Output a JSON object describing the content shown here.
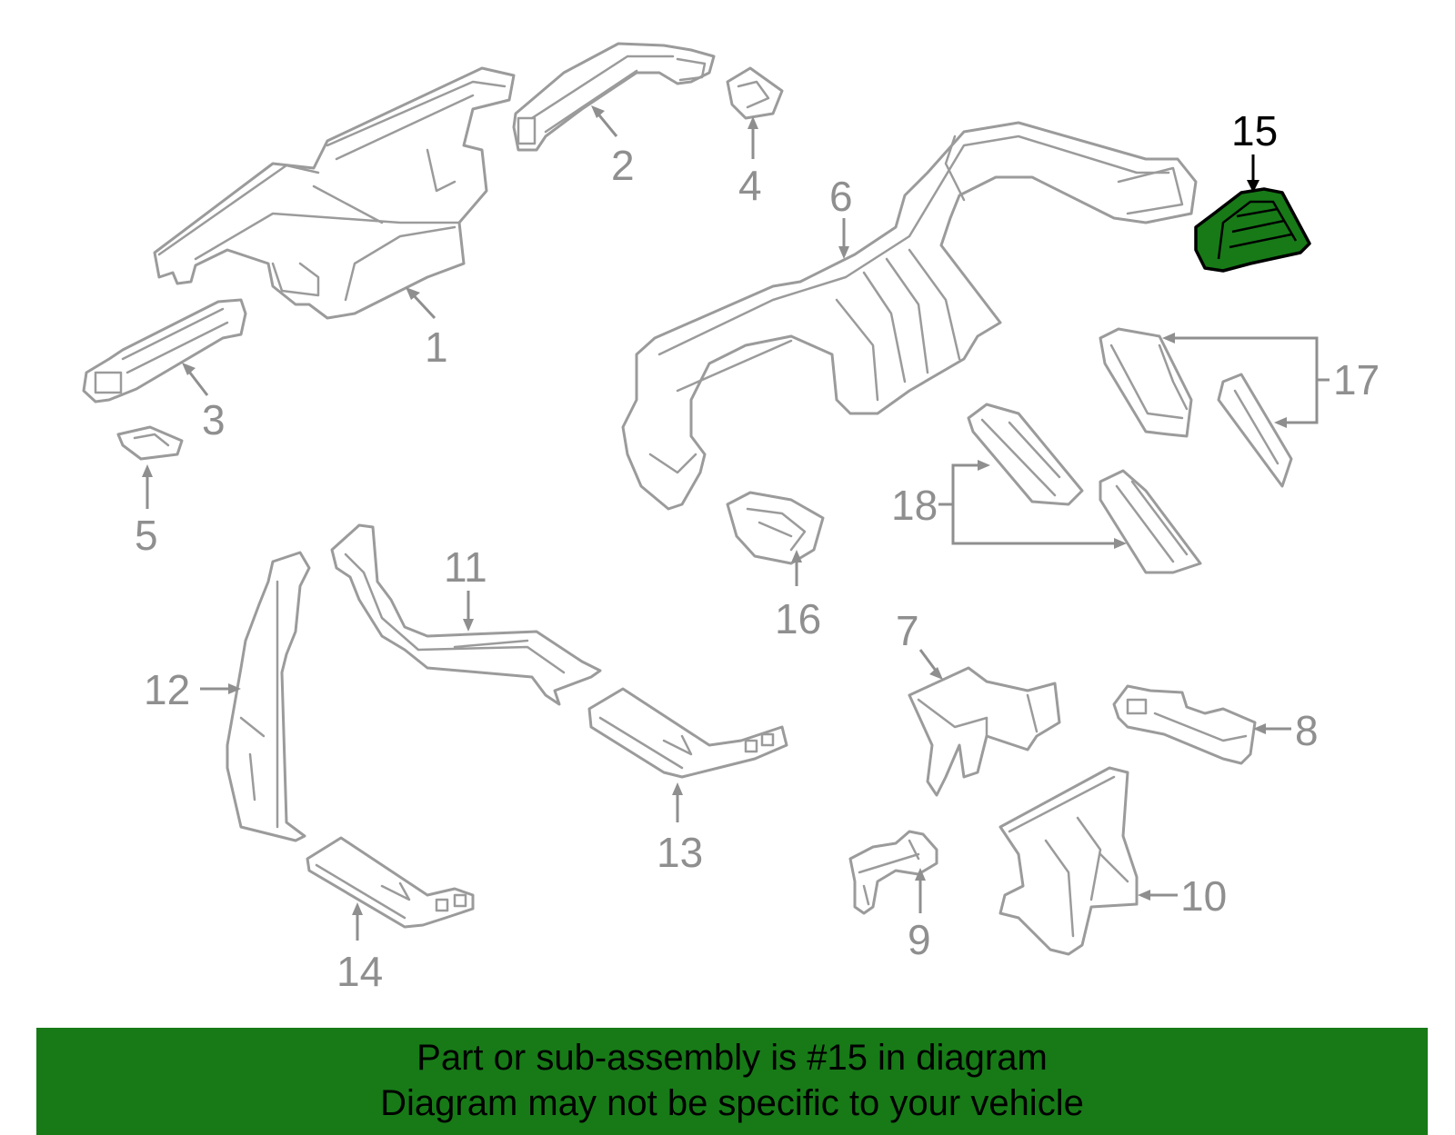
{
  "colors": {
    "highlight_fill": "#177a17",
    "banner_background": "#177a17",
    "line_gray": "#9b9b9b",
    "label_gray": "#8f8f8f"
  },
  "callouts": {
    "c1": "1",
    "c2": "2",
    "c3": "3",
    "c4": "4",
    "c5": "5",
    "c6": "6",
    "c7": "7",
    "c8": "8",
    "c9": "9",
    "c10": "10",
    "c11": "11",
    "c12": "12",
    "c13": "13",
    "c14": "14",
    "c15": "15",
    "c16": "16",
    "c17": "17",
    "c18": "18"
  },
  "highlighted_part": "15",
  "banner": {
    "line1": "Part or sub-assembly is #15 in diagram",
    "line2": "Diagram may not be specific to your vehicle"
  }
}
